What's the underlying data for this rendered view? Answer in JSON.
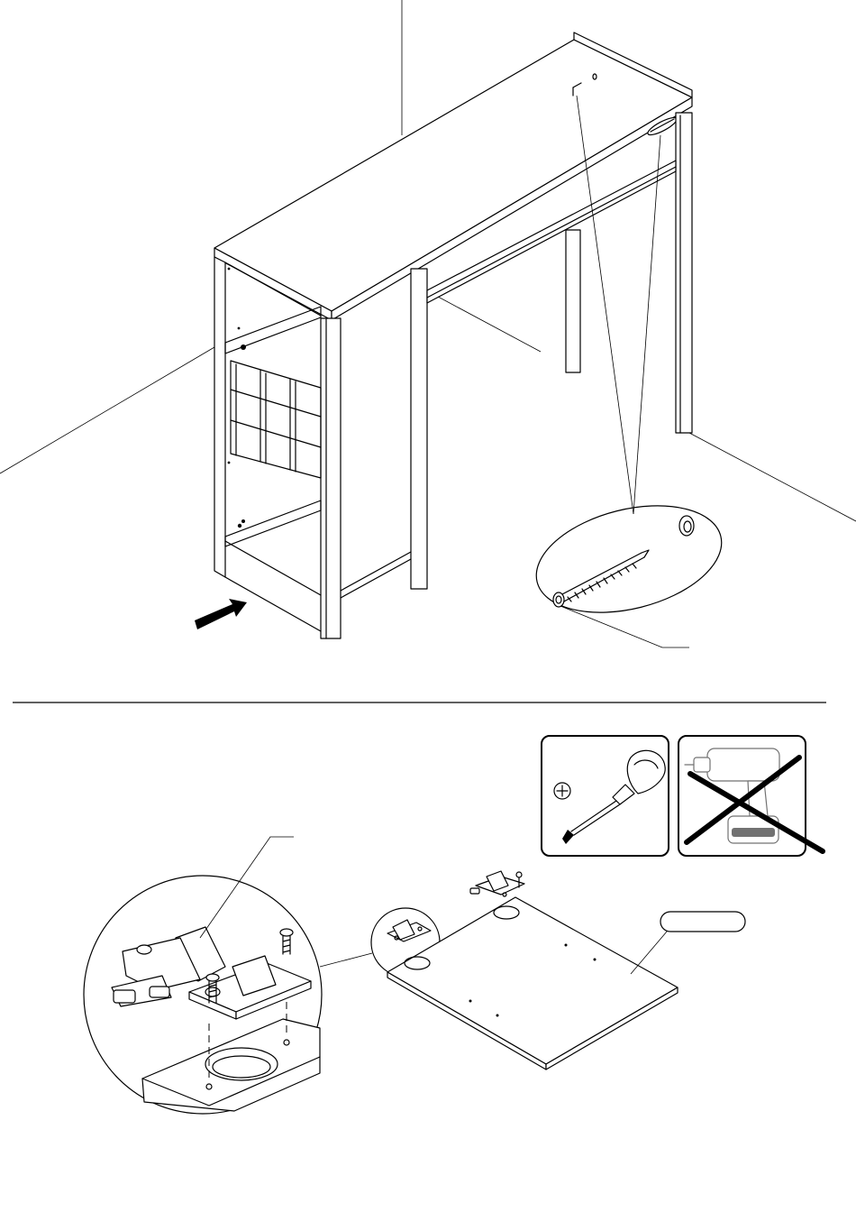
{
  "upper_step": {
    "callout_label": "",
    "arrow_direction": "push-in"
  },
  "lower_step": {
    "hinge_callout_label": "",
    "panel_tag_label": ""
  },
  "tools": [
    {
      "name": "phillips-screwdriver",
      "allowed": true,
      "icon": "screwdriver-icon",
      "symbol": "+"
    },
    {
      "name": "power-drill",
      "allowed": false,
      "icon": "drill-icon",
      "mark": "cross"
    }
  ],
  "colors": {
    "line": "#000000",
    "background": "#ffffff"
  }
}
